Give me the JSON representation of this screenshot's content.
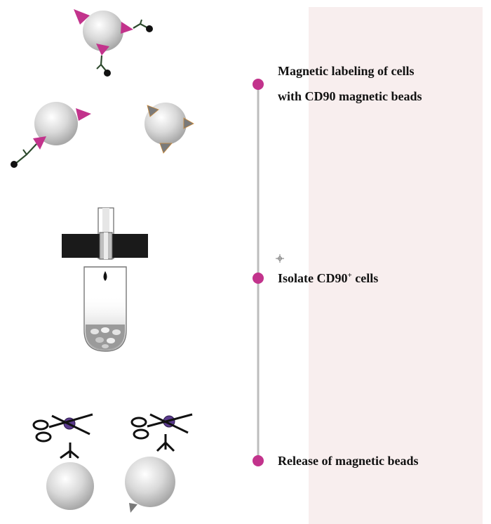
{
  "colors": {
    "marker": "#c2338c",
    "antibody_tag": "#c2338c",
    "inactive_tag": "#7a7a7a",
    "timeline": "#bdbdbd",
    "panel": "#f8eeee",
    "enzyme": "#5a3a8c"
  },
  "steps": [
    {
      "lines": [
        "Magnetic labeling of cells",
        "with CD90 magnetic beads"
      ]
    },
    {
      "text": "Isolate CD90",
      "sup": "+",
      "suffix": " cells"
    },
    {
      "lines": [
        "Release of magnetic beads"
      ]
    }
  ],
  "icons": [
    "labeled-bead-icon",
    "unlabeled-bead-icon",
    "magnetic-column-icon",
    "scissors-icon"
  ]
}
